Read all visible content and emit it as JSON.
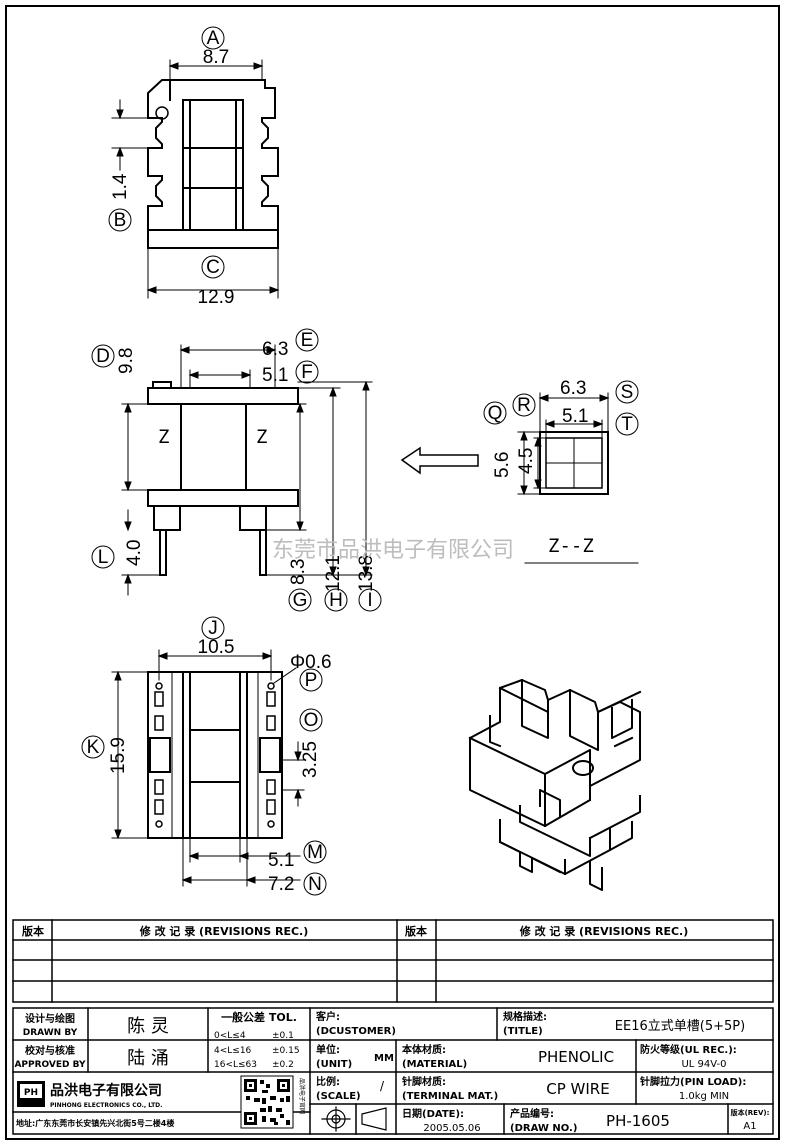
{
  "drawing": {
    "top_view": {
      "A_label": "A",
      "A_value": "8.7",
      "B_label": "B",
      "B_value": "1.4",
      "C_label": "C",
      "C_value": "12.9"
    },
    "side_view": {
      "D_label": "D",
      "D_value": "9.8",
      "E_label": "E",
      "E_value": "6.3",
      "F_label": "F",
      "F_value": "5.1",
      "section_mark": "Z",
      "L_label": "L",
      "L_value": "4.0",
      "G_label": "G",
      "G_value": "8.3",
      "H_label": "H",
      "H_value": "12.1",
      "I_label": "I",
      "I_value": "13.8"
    },
    "section_view": {
      "Q_label": "Q",
      "R_label": "R",
      "S_label": "S",
      "S_value": "6.3",
      "T_label": "T",
      "T_value": "5.1",
      "Q_value": "5.6",
      "R_value": "4.5",
      "title": "Z--Z"
    },
    "bottom_view": {
      "J_label": "J",
      "J_value": "10.5",
      "P_label": "P",
      "P_value": "Φ0.6",
      "K_label": "K",
      "K_value": "15.9",
      "O_label": "O",
      "O_value": "3.25",
      "M_label": "M",
      "M_value": "5.1",
      "N_label": "N",
      "N_value": "7.2"
    },
    "watermark": "东莞市品洪电子有限公司"
  },
  "title_block": {
    "revisions": {
      "col1": "版本",
      "col2": "修 改 记 录 (REVISIONS REC.)",
      "col3": "版本",
      "col4": "修 改 记 录 (REVISIONS REC.)"
    },
    "designer_label_cn": "设计与绘图",
    "designer_label_en": "DRAWN BY",
    "designer": "陈 灵",
    "checker_label_cn": "校对与核准",
    "checker_label_en": "APPROVED BY",
    "checker": "陆 涌",
    "tol_title": "一般公差 TOL.",
    "tol_rows": [
      [
        "0<L≤4",
        "±0.1"
      ],
      [
        "4<L≤16",
        "±0.15"
      ],
      [
        "16<L≤63",
        "±0.2"
      ]
    ],
    "customer_label": "客户:",
    "customer_label_en": "(DCUSTOMER)",
    "title_label": "规格描述:",
    "title_label_en": "(TITLE)",
    "title_value": "EE16立式单槽(5+5P)",
    "unit_label": "单位:",
    "unit_label_en": "(UNIT)",
    "unit_value": "MM",
    "material_label": "本体材质:",
    "material_label_en": "(MATERIAL)",
    "material_value": "PHENOLIC",
    "fire_label": "防火等级(UL REC.):",
    "fire_value": "UL 94V-0",
    "scale_label": "比例:",
    "scale_label_en": "(SCALE)",
    "scale_value": "/",
    "terminal_label": "针脚材质:",
    "terminal_label_en": "(TERMINAL MAT.)",
    "terminal_value": "CP WIRE",
    "pinload_label": "针脚拉力(PIN LOAD):",
    "pinload_value": "1.0kg MIN",
    "company_cn": "品洪电子有限公司",
    "company_en": "PINHONG ELECTRONICS CO., LTD.",
    "logo_text": "PH",
    "qr_side": "品洪电子官网",
    "address": "地址:广东东莞市长安镇先兴北街5号二楼4楼",
    "date_label": "日期(DATE):",
    "date_value": "2005.05.06",
    "drawno_label": "产品编号:",
    "drawno_label_en": "(DRAW NO.)",
    "drawno_value": "PH-1605",
    "rev_label": "版本(REV):",
    "rev_value": "A1"
  }
}
